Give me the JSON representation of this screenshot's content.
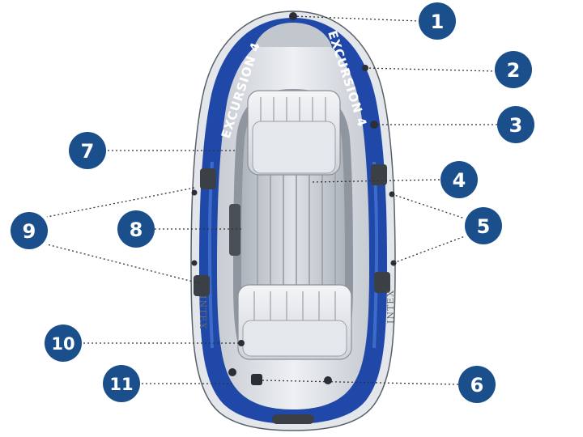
{
  "diagram": {
    "brand_left": "EXCURSION 4",
    "brand_right": "EXCURSION 4",
    "maker_left": "INTEX",
    "maker_right": "INTEX",
    "callouts": [
      "1",
      "2",
      "3",
      "4",
      "5",
      "6",
      "7",
      "8",
      "9",
      "10",
      "11"
    ]
  },
  "colors": {
    "badge": "#1a4f8c",
    "hull_blue": "#1f48a8",
    "hull_gray": "#d7dbe0",
    "floor_gray": "#c9ced5",
    "leader": "#333333"
  }
}
